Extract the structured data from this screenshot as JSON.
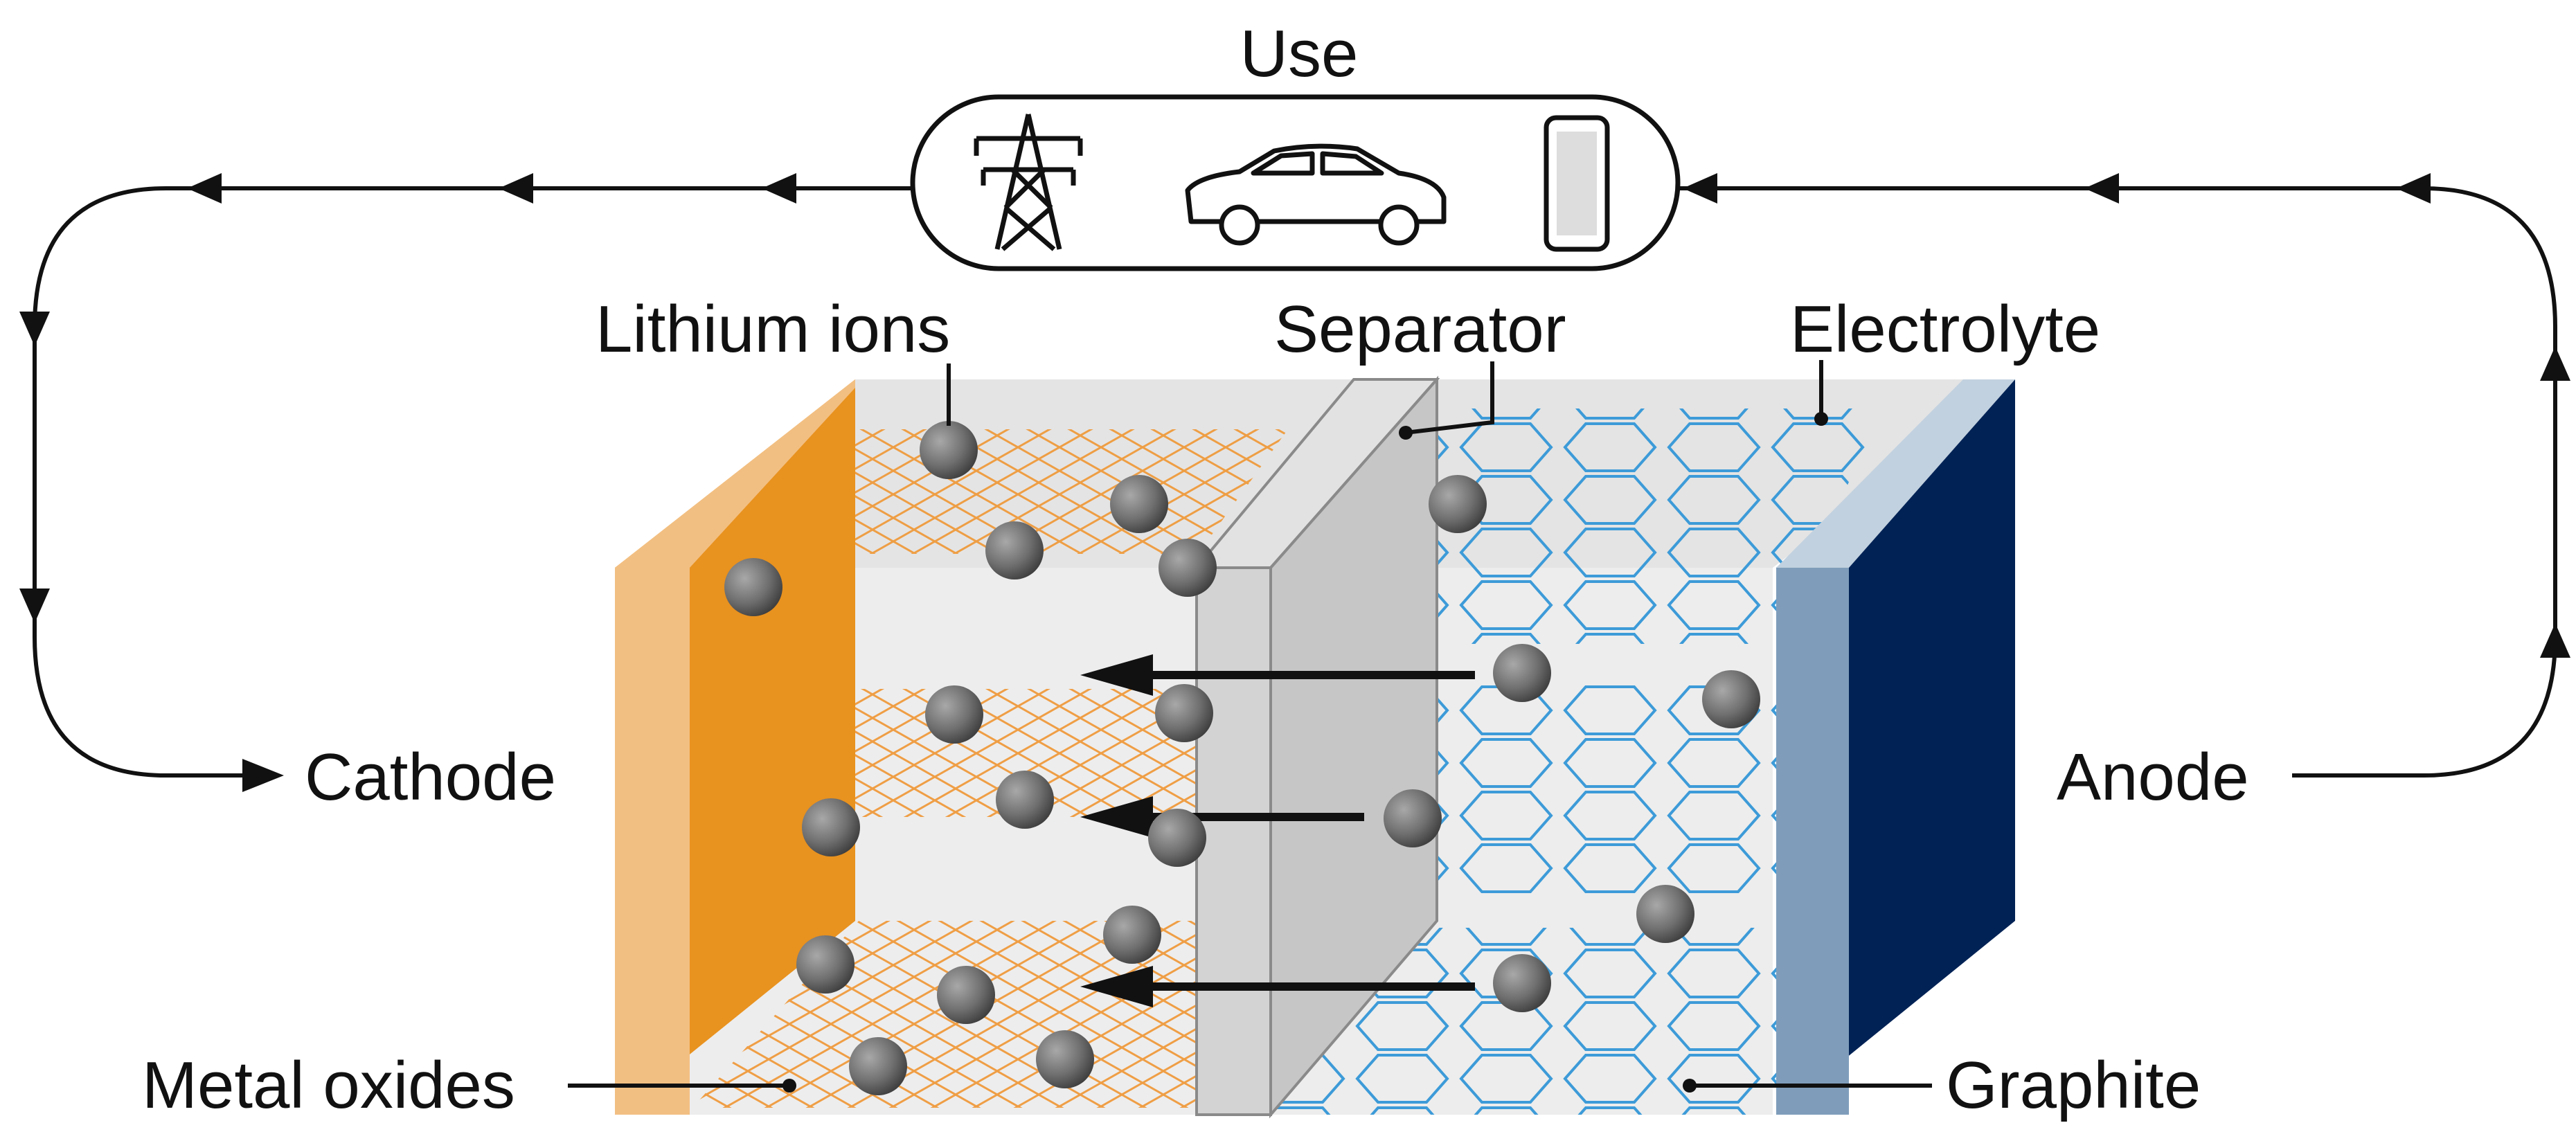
{
  "labels": {
    "use": "Use",
    "lithium_ions": "Lithium ions",
    "separator": "Separator",
    "electrolyte": "Electrolyte",
    "cathode": "Cathode",
    "anode": "Anode",
    "metal_oxides": "Metal oxides",
    "graphite": "Graphite"
  },
  "icons": [
    "power-tower-icon",
    "car-icon",
    "phone-icon"
  ],
  "colors": {
    "cathode_face": "#e8921f",
    "cathode_edge": "#f2bf82",
    "cathode_mesh": "#ef9a3c",
    "anode_face": "#002255",
    "anode_edge": "#7f9dbb",
    "anode_mesh": "#3d9bd8",
    "separator": "#cfcfcf",
    "ion": "#6f6f6f",
    "line": "#111111"
  }
}
